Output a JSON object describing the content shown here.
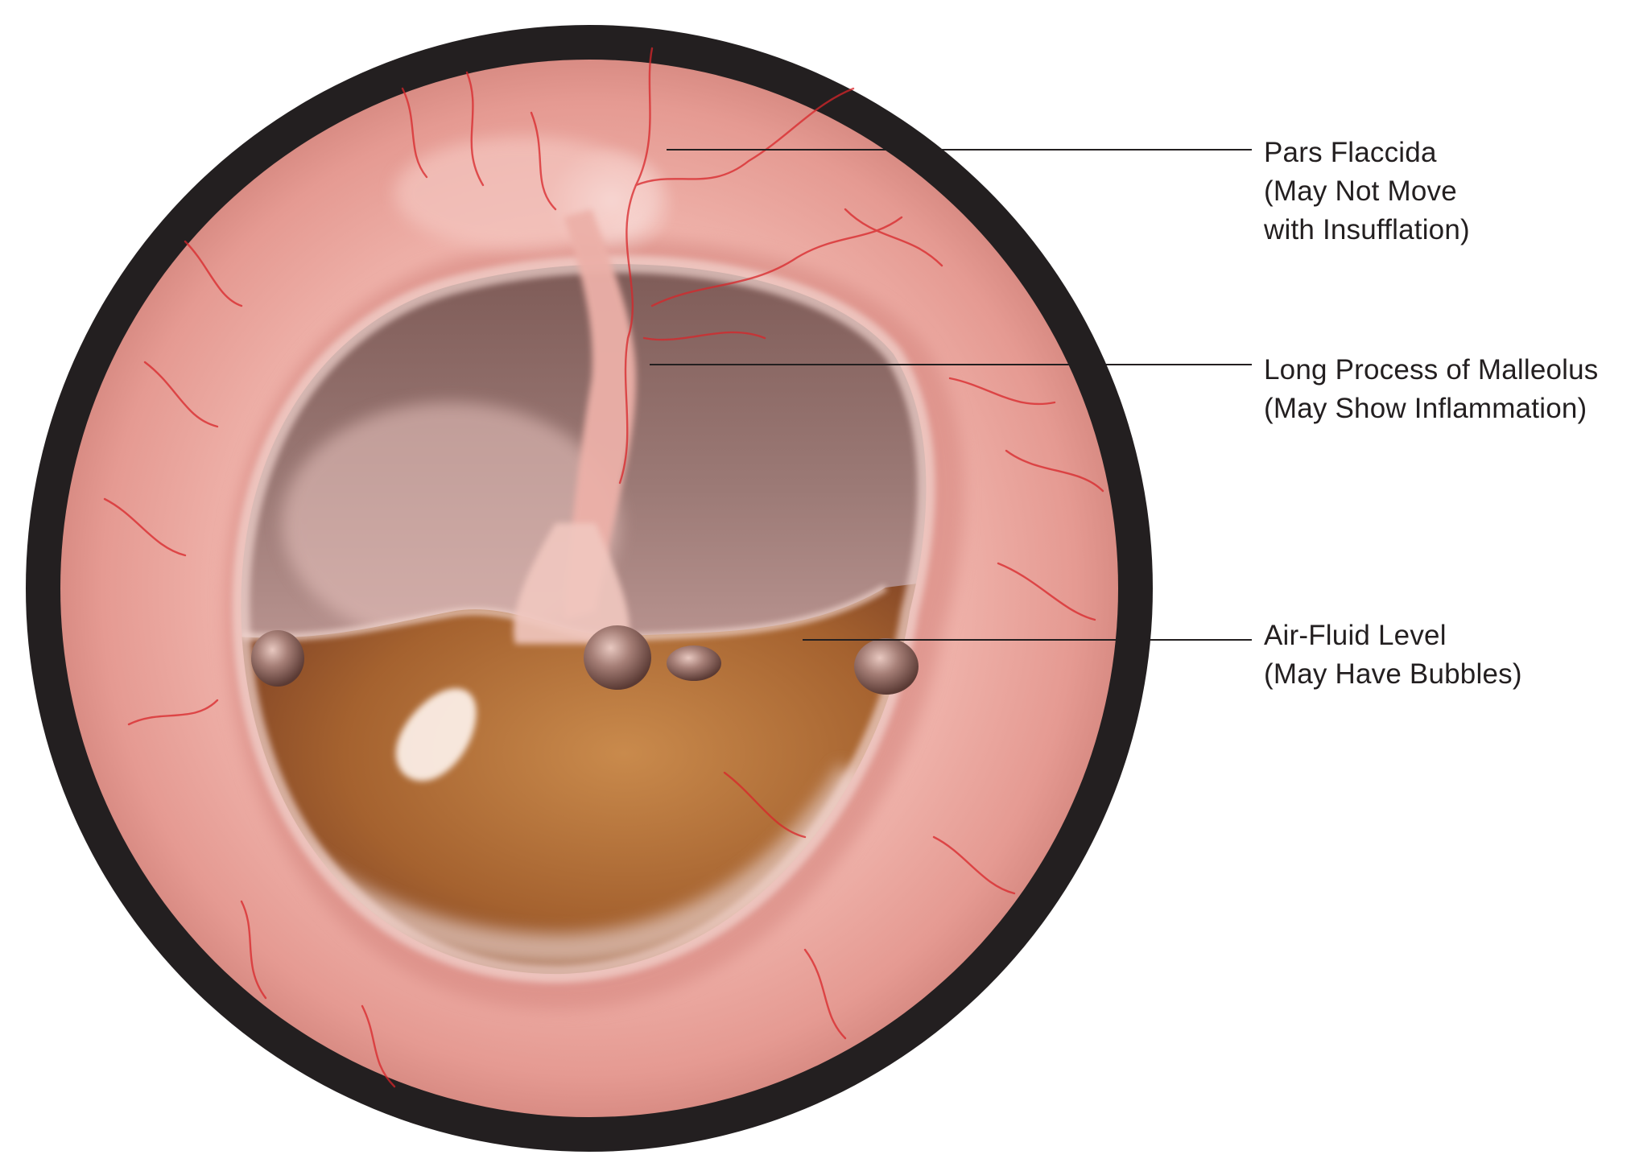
{
  "labels": {
    "pars_flaccida": {
      "line1": "Pars Flaccida",
      "line2": "(May Not Move",
      "line3": "with Insufflation)"
    },
    "long_process": {
      "line1": "Long Process of Malleolus",
      "line2": "(May Show Inflammation)"
    },
    "air_fluid": {
      "line1": "Air-Fluid Level",
      "line2": "(May Have Bubbles)"
    }
  },
  "colors": {
    "outer_ring": "#231f20",
    "canal_skin": "#eba8a0",
    "drum_upper": "#8e6a66",
    "fluid": "#a8622e",
    "vessel": "#d8262a",
    "leader_line": "#231f20",
    "label_text": "#231f20"
  }
}
